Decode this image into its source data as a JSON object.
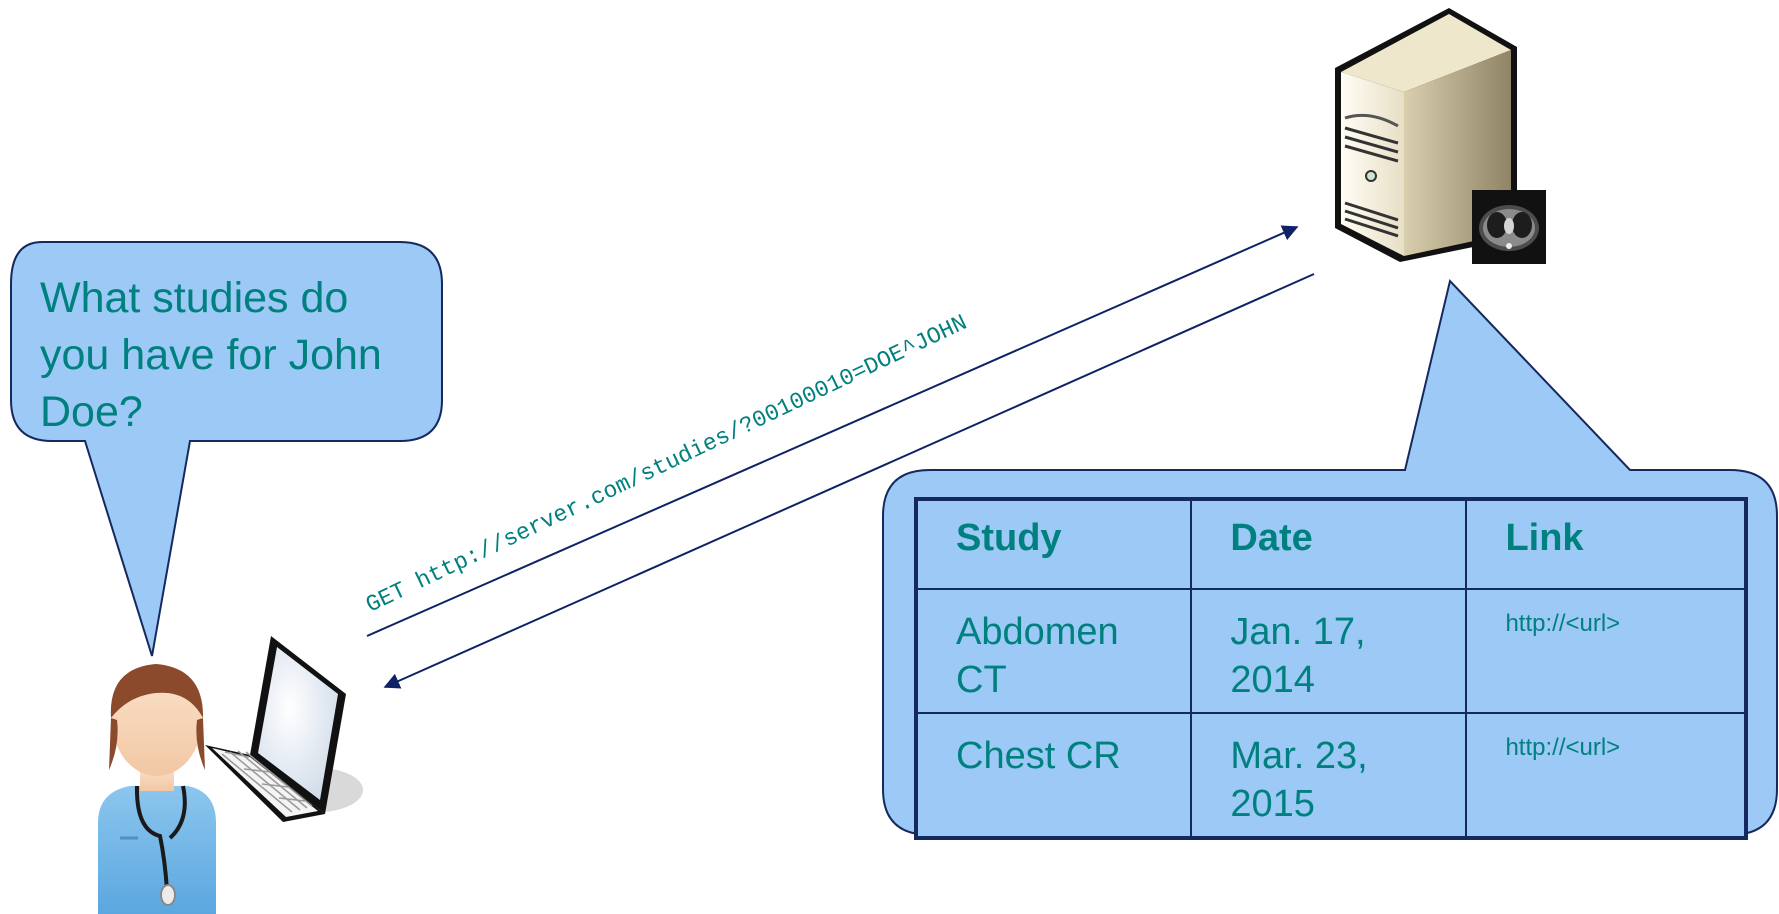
{
  "speech_bubble": {
    "text": "What studies do you have for John Doe?"
  },
  "request": {
    "label": "GET http://server.com/studies/?00100010=DOE^JOHN"
  },
  "results_table": {
    "headers": [
      "Study",
      "Date",
      "Link"
    ],
    "rows": [
      [
        "Abdomen CT",
        "Jan. 17, 2014",
        "http://<url>"
      ],
      [
        "Chest CR",
        "Mar. 23, 2015",
        "http://<url>"
      ]
    ]
  },
  "colors": {
    "bubble_fill": "#9cc9f5",
    "outline": "#15295e",
    "text": "#00807e",
    "arrow": "#0f2266"
  },
  "icons": [
    "doctor-icon",
    "laptop-icon",
    "server-icon",
    "ct-scan-icon"
  ]
}
